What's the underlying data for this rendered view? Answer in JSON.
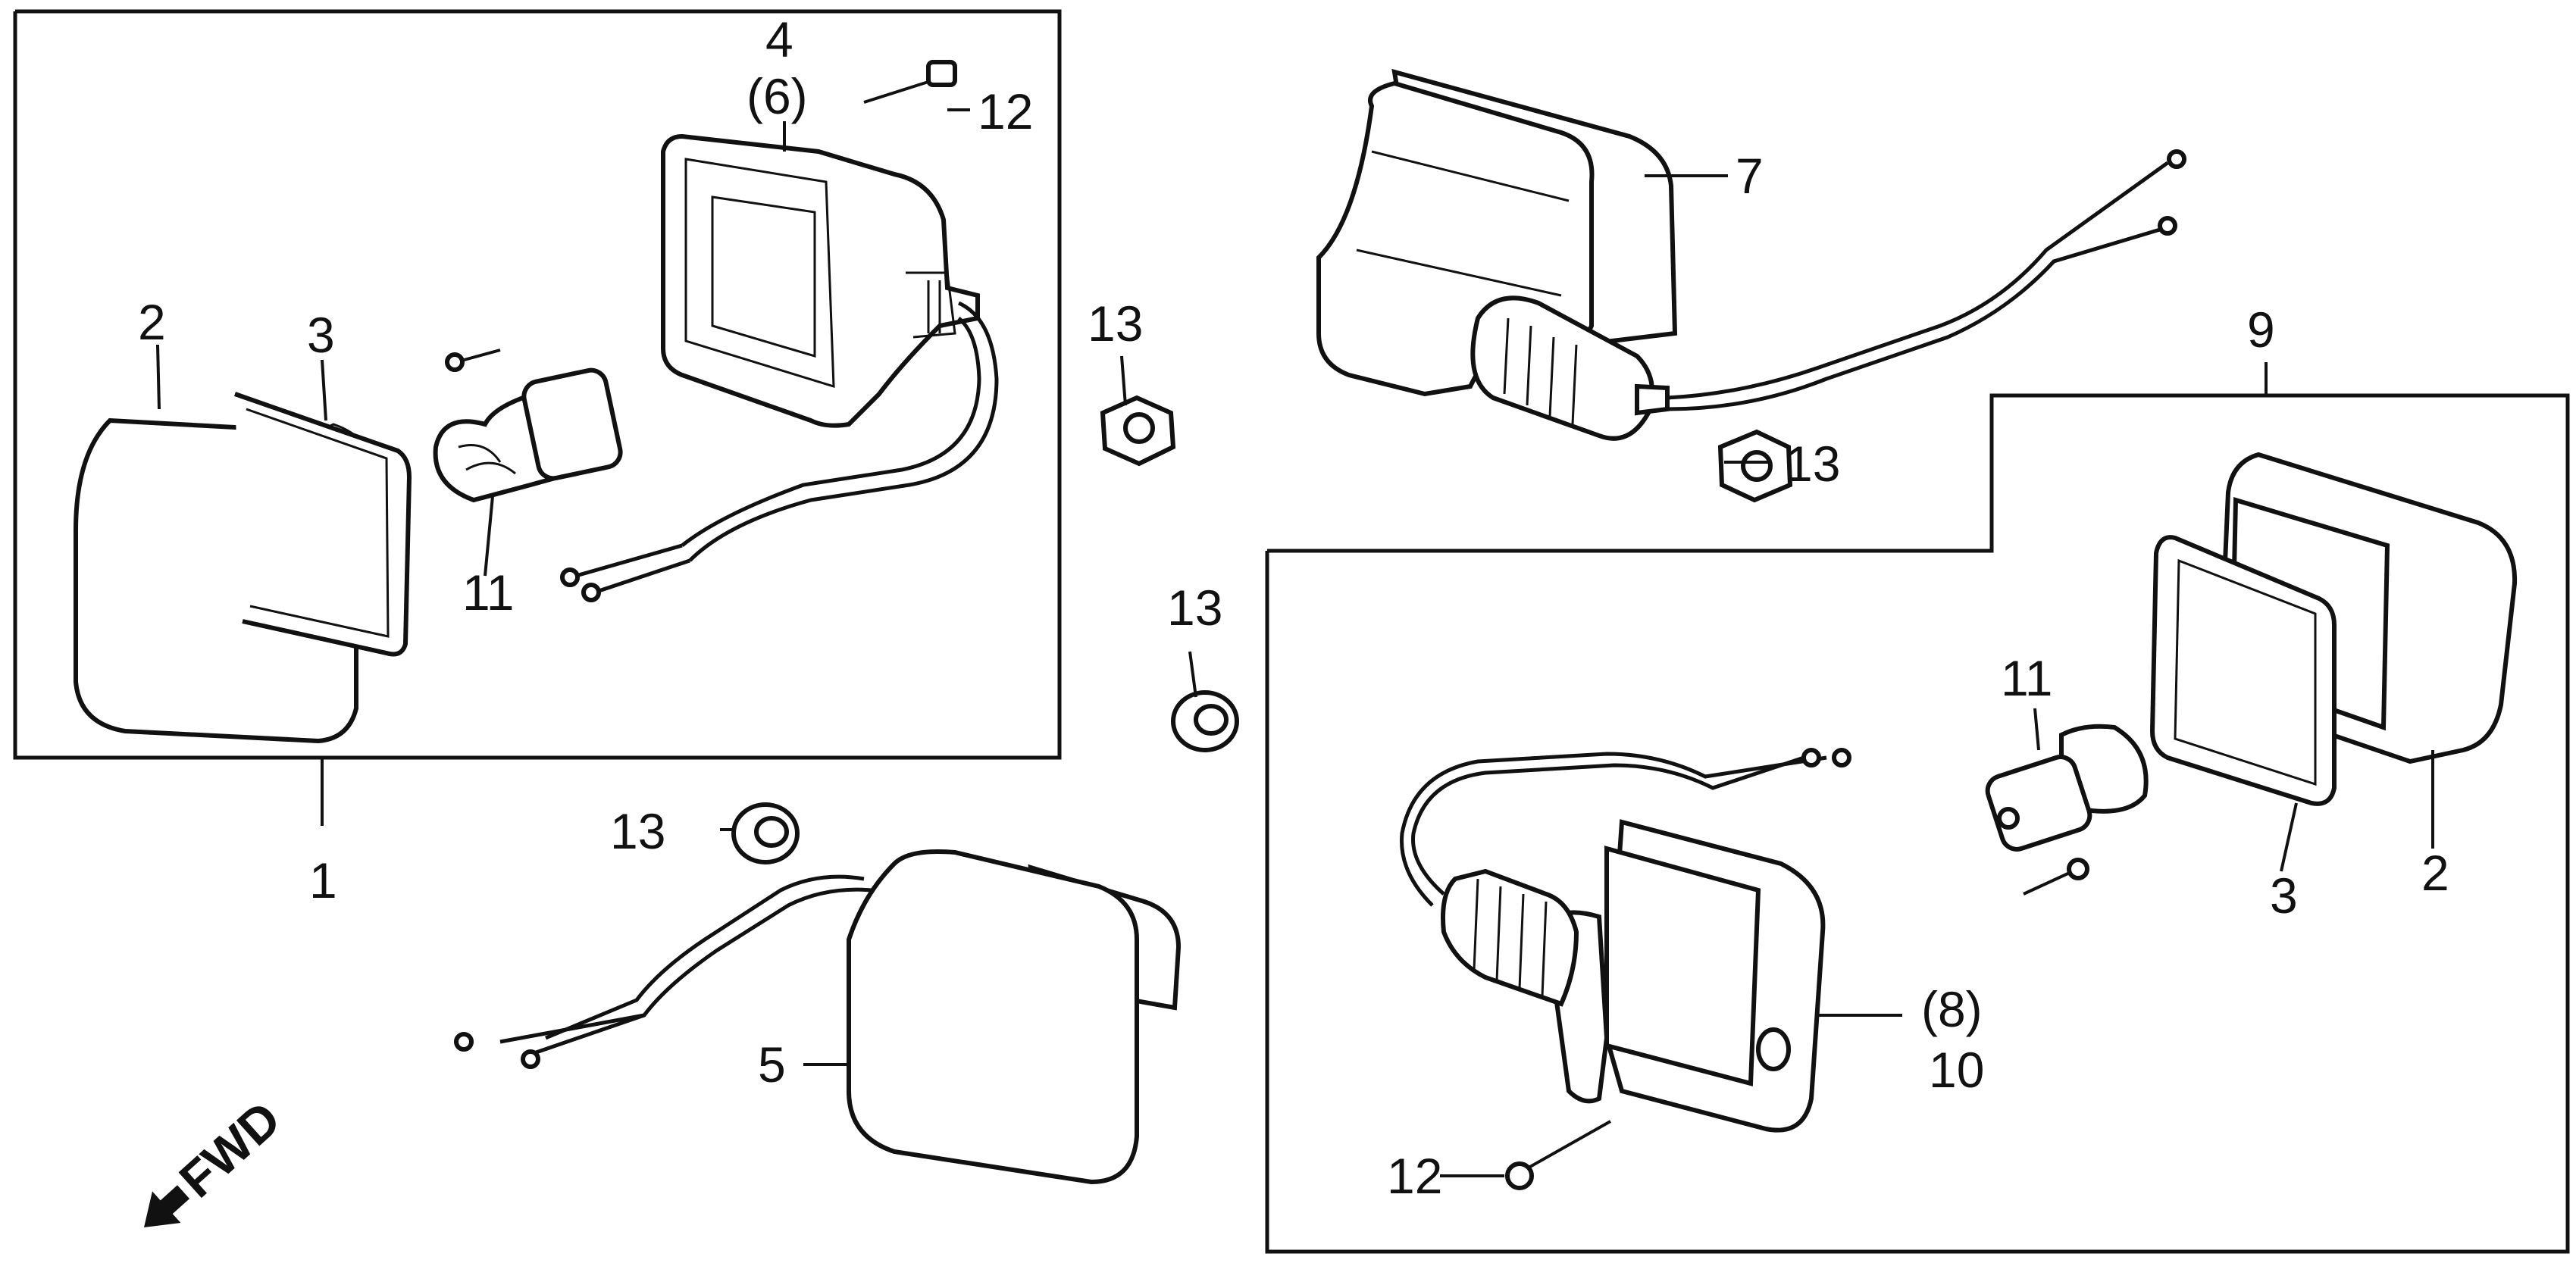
{
  "diagram": {
    "direction_text": "FWD",
    "callouts": {
      "c1": "1",
      "c2_left": "2",
      "c3_left": "3",
      "c4": "4",
      "c6": "(6)",
      "c12_top": "12",
      "c11_left": "11",
      "c13_a": "13",
      "c13_b": "13",
      "c13_c": "13",
      "c13_d": "13",
      "c7": "7",
      "c9": "9",
      "c11_right": "11",
      "c2_right": "2",
      "c3_right": "3",
      "c8": "(8)",
      "c10": "10",
      "c5": "5",
      "c12_bottom": "12"
    }
  }
}
